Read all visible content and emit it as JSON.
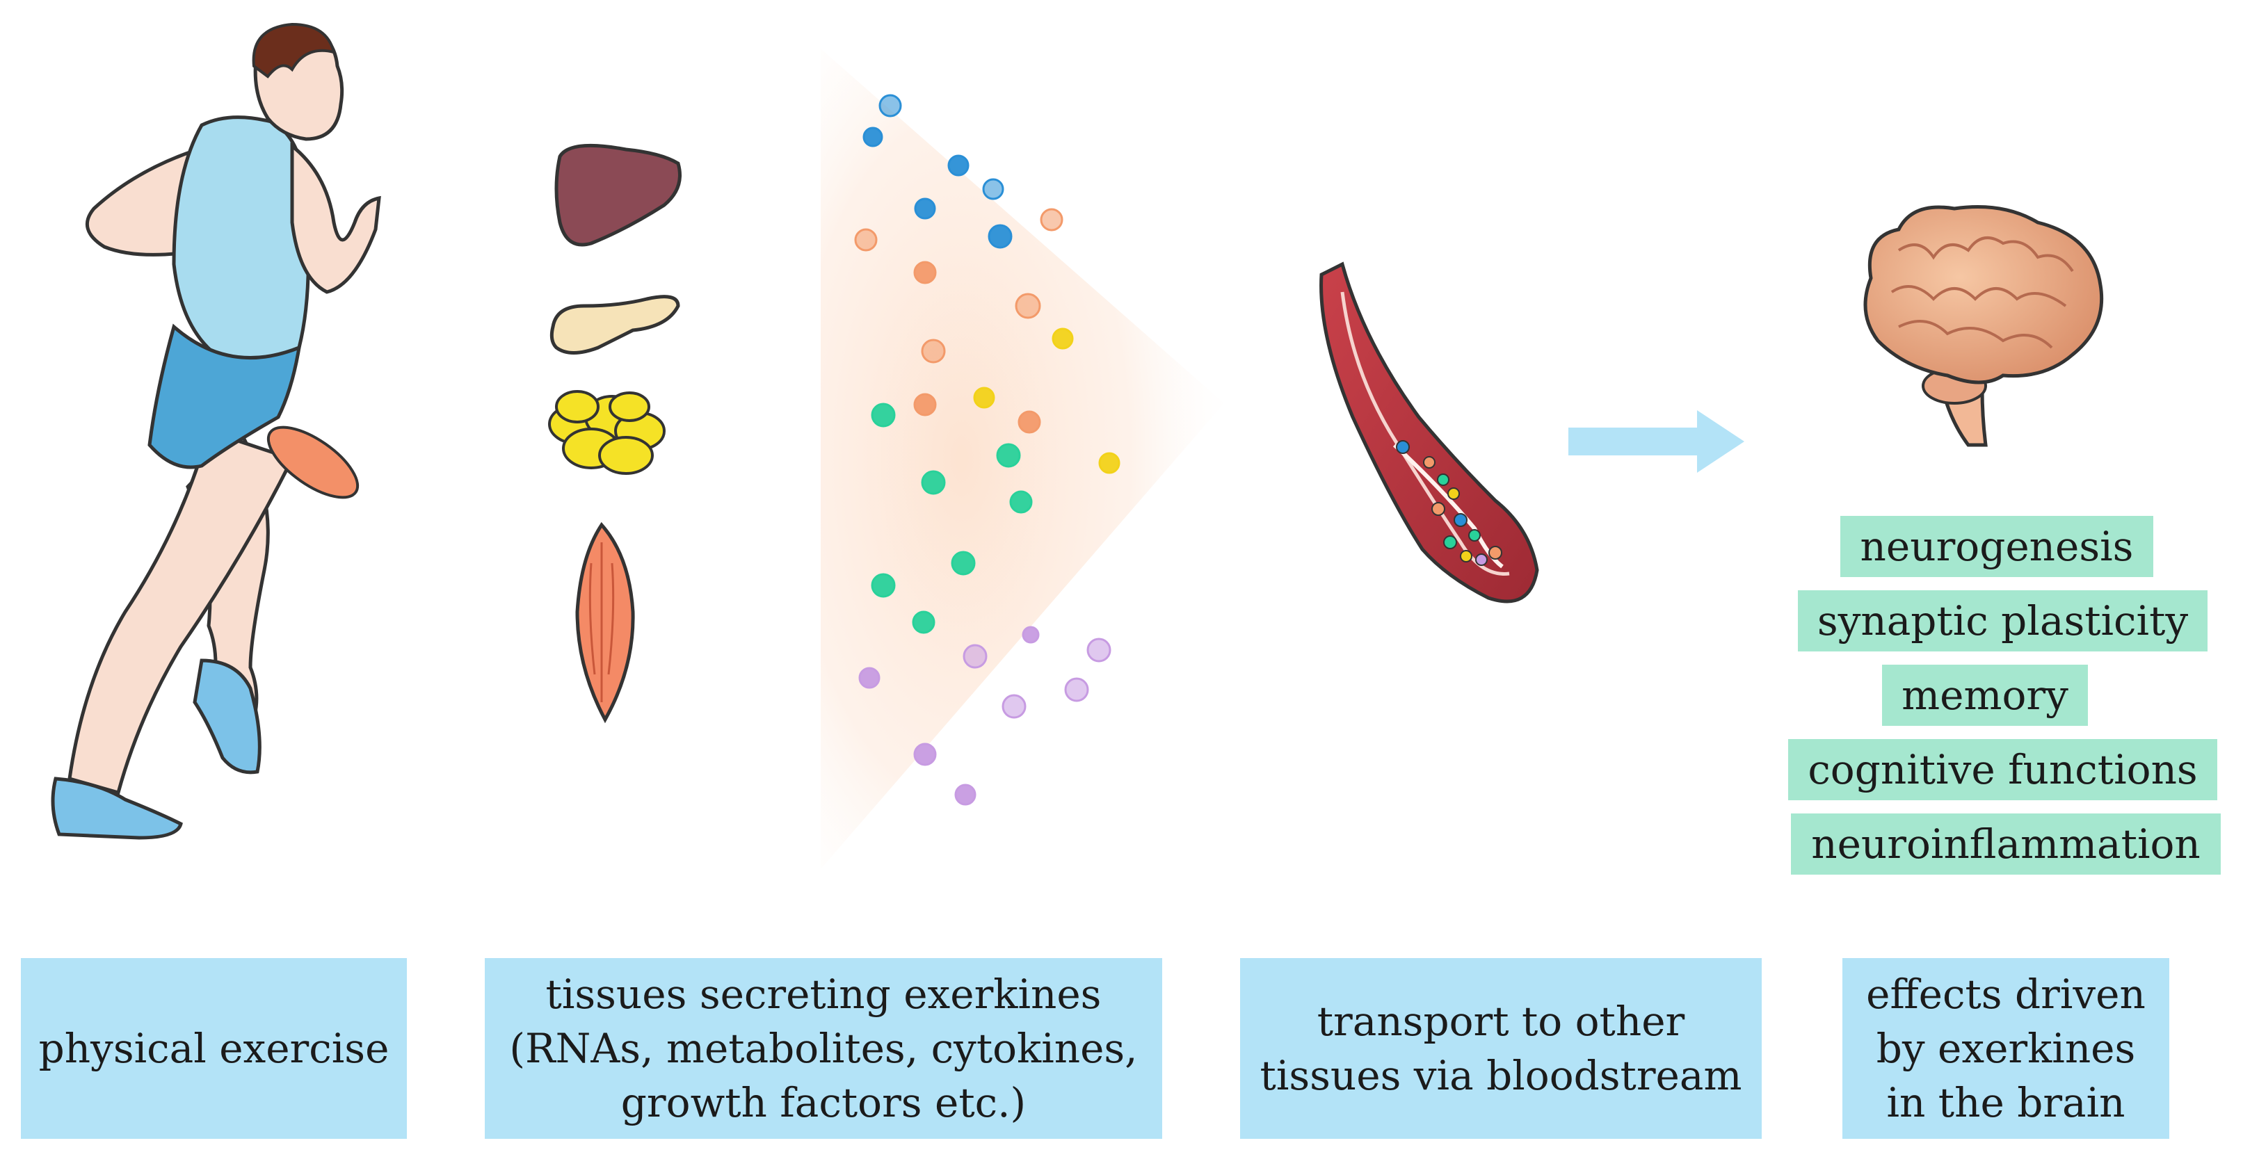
{
  "captions": {
    "exercise": "physical exercise",
    "tissues": "tissues secreting exerkines\n(RNAs, metabolites, cytokines,\ngrowth factors etc.)",
    "transport": "transport to other\ntissues via bloodstream",
    "effects": "effects driven\nby exerkines\nin the brain"
  },
  "brain_effects": [
    "neurogenesis",
    "synaptic plasticity",
    "memory",
    "cognitive functions",
    "neuroinflammation"
  ],
  "colors": {
    "caption_bg": "#b3e3f7",
    "effect_bg": "#a5e7cf",
    "arrow": "#b3e3f7",
    "exerkine_blue": "#2a8fd6",
    "exerkine_orange": "#f39a6a",
    "exerkine_yellow": "#f2d21a",
    "exerkine_green": "#29d19a",
    "exerkine_purple": "#c79be2"
  },
  "icons": [
    "runner-icon",
    "liver-icon",
    "pancreas-icon",
    "adipose-tissue-icon",
    "muscle-icon",
    "exerkine-particles",
    "blood-vessel-icon",
    "right-arrow-icon",
    "brain-icon"
  ]
}
